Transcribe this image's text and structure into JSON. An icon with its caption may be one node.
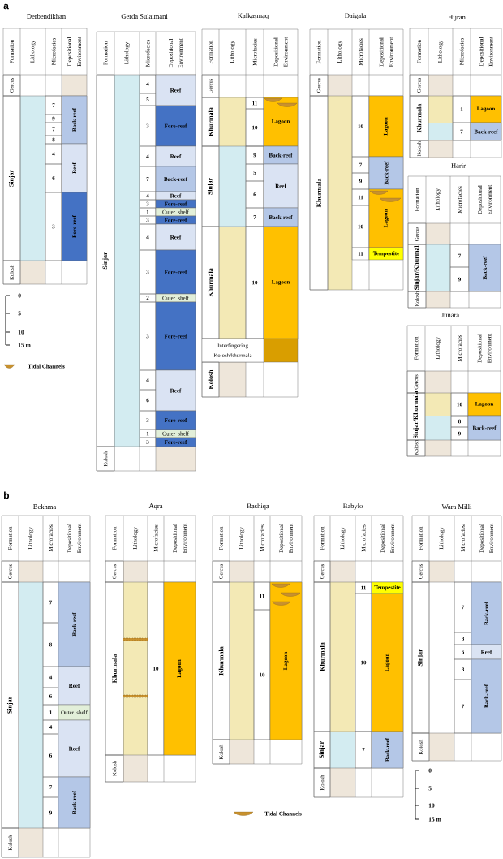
{
  "diagram": {
    "nodes": [
      {
        "text": [
          "Derbendikhan",
          "Formation",
          "Lithology",
          "Microfacies",
          "Depositional Environment"
        ]
      },
      {
        "text": [
          "Gercus"
        ],
        "in": 0
      },
      {
        "text": [
          "Sinjar"
        ],
        "in": 0
      },
      {
        "text": [
          "Kolosh"
        ],
        "in": 0
      },
      {
        "text": [
          "7"
        ],
        "in": 0
      },
      {
        "text": [
          "9"
        ],
        "in": 0
      },
      {
        "text": [
          "7"
        ],
        "in": 0
      },
      {
        "text": [
          "8"
        ],
        "in": 0
      },
      {
        "text": [
          "4"
        ],
        "in": 0
      },
      {
        "text": [
          "6"
        ],
        "in": 0
      },
      {
        "text": [
          "3"
        ],
        "in": 0
      },
      {
        "text": [
          "Back-reef"
        ],
        "in": 0
      },
      {
        "text": [
          "Reef"
        ],
        "in": 0
      },
      {
        "text": [
          "Fore-reef"
        ],
        "in": 0
      },
      {
        "text": [
          "Gerda Sulaimani",
          "Formation",
          "Lithology",
          "Microfacies",
          "Depositional Environment"
        ]
      },
      {
        "text": [
          "Sinjar"
        ],
        "in": 14
      },
      {
        "text": [
          "Kolosh"
        ],
        "in": 14
      },
      {
        "text": [
          "4"
        ],
        "in": 14
      },
      {
        "text": [
          "5"
        ],
        "in": 14
      },
      {
        "text": [
          "3"
        ],
        "in": 14
      },
      {
        "text": [
          "4"
        ],
        "in": 14
      },
      {
        "text": [
          "7"
        ],
        "in": 14
      },
      {
        "text": [
          "4"
        ],
        "in": 14
      },
      {
        "text": [
          "3"
        ],
        "in": 14
      },
      {
        "text": [
          "1"
        ],
        "in": 14
      },
      {
        "text": [
          "3"
        ],
        "in": 14
      },
      {
        "text": [
          "4"
        ],
        "in": 14
      },
      {
        "text": [
          "3"
        ],
        "in": 14
      },
      {
        "text": [
          "2"
        ],
        "in": 14
      },
      {
        "text": [
          "3"
        ],
        "in": 14
      },
      {
        "text": [
          "4"
        ],
        "in": 14
      },
      {
        "text": [
          "6"
        ],
        "in": 14
      },
      {
        "text": [
          "3"
        ],
        "in": 14
      },
      {
        "text": [
          "1"
        ],
        "in": 14
      },
      {
        "text": [
          "3"
        ],
        "in": 14
      },
      {
        "text": [
          "Reef"
        ],
        "in": 14
      },
      {
        "text": [
          "Fore-reef"
        ],
        "in": 14
      },
      {
        "text": [
          "Reef"
        ],
        "in": 14
      },
      {
        "text": [
          "Back-reef"
        ],
        "in": 14
      },
      {
        "text": [
          "Reef"
        ],
        "in": 14
      },
      {
        "text": [
          "Fore-reef"
        ],
        "in": 14
      },
      {
        "text": [
          "Outer shelf"
        ],
        "in": 14
      },
      {
        "text": [
          "Fore-reef"
        ],
        "in": 14
      },
      {
        "text": [
          "Reef"
        ],
        "in": 14
      },
      {
        "text": [
          "Fore-reef"
        ],
        "in": 14
      },
      {
        "text": [
          "Outer shelf"
        ],
        "in": 14
      },
      {
        "text": [
          "Fore-reef"
        ],
        "in": 14
      },
      {
        "text": [
          "Reef"
        ],
        "in": 14
      },
      {
        "text": [
          "Fore-reef"
        ],
        "in": 14
      },
      {
        "text": [
          "Outer shelf"
        ],
        "in": 14
      },
      {
        "text": [
          "Fore-reef"
        ],
        "in": 14
      },
      {
        "text": [
          "Kalkasmaq",
          "Formation",
          "Lithology",
          "Microfacies",
          "Depositional Environment"
        ]
      },
      {
        "text": [
          "Gercus"
        ],
        "in": 51
      },
      {
        "text": [
          "Khurmala"
        ],
        "in": 51
      },
      {
        "text": [
          "Sinjar"
        ],
        "in": 51
      },
      {
        "text": [
          "Khurmala"
        ],
        "in": 51
      },
      {
        "text": [
          "Interfingering Kolosh/khurmala"
        ],
        "in": 51
      },
      {
        "text": [
          "Kolosh"
        ],
        "in": 51
      },
      {
        "text": [
          "11"
        ],
        "in": 51
      },
      {
        "text": [
          "10"
        ],
        "in": 51
      },
      {
        "text": [
          "9"
        ],
        "in": 51
      },
      {
        "text": [
          "5"
        ],
        "in": 51
      },
      {
        "text": [
          "6"
        ],
        "in": 51
      },
      {
        "text": [
          "7"
        ],
        "in": 51
      },
      {
        "text": [
          "10"
        ],
        "in": 51
      },
      {
        "text": [
          "Lagoon"
        ],
        "in": 51
      },
      {
        "text": [
          "Back-reef"
        ],
        "in": 51
      },
      {
        "text": [
          "Reef"
        ],
        "in": 51
      },
      {
        "text": [
          "Back-reef"
        ],
        "in": 51
      },
      {
        "text": [
          "Lagoon"
        ],
        "in": 51
      },
      {
        "text": [
          "Daigala",
          "Formation",
          "Lithology",
          "Microfacies",
          "Depositional Environment"
        ]
      },
      {
        "text": [
          "Gercus"
        ],
        "in": 70
      },
      {
        "text": [
          "Khurmala"
        ],
        "in": 70
      },
      {
        "text": [
          "10"
        ],
        "in": 70
      },
      {
        "text": [
          "7"
        ],
        "in": 70
      },
      {
        "text": [
          "9"
        ],
        "in": 70
      },
      {
        "text": [
          "11"
        ],
        "in": 70
      },
      {
        "text": [
          "10"
        ],
        "in": 70
      },
      {
        "text": [
          "11"
        ],
        "in": 70
      },
      {
        "text": [
          "Lagoon"
        ],
        "in": 70
      },
      {
        "text": [
          "Back-reef"
        ],
        "in": 70
      },
      {
        "text": [
          "Lagoon"
        ],
        "in": 70
      },
      {
        "text": [
          "Tempestite"
        ],
        "in": 70
      },
      {
        "text": [
          "Hijran",
          "Formation",
          "Lithology",
          "Microfacies",
          "Depositional Environment"
        ]
      },
      {
        "text": [
          "Gercus"
        ],
        "in": 83
      },
      {
        "text": [
          "Khurmala"
        ],
        "in": 83
      },
      {
        "text": [
          "Kolosh"
        ],
        "in": 83
      },
      {
        "text": [
          "1"
        ],
        "in": 83
      },
      {
        "text": [
          "7"
        ],
        "in": 83
      },
      {
        "text": [
          "Lagoon"
        ],
        "in": 83
      },
      {
        "text": [
          "Back-reef"
        ],
        "in": 83
      },
      {
        "text": [
          "Harir",
          "Formation",
          "Lithology",
          "Microfacies",
          "Depositional Environment"
        ]
      },
      {
        "text": [
          "Gercus"
        ],
        "in": 91
      },
      {
        "text": [
          "Sinjar/Khurmal"
        ],
        "in": 91
      },
      {
        "text": [
          "Kolosh"
        ],
        "in": 91
      },
      {
        "text": [
          "7"
        ],
        "in": 91
      },
      {
        "text": [
          "9"
        ],
        "in": 91
      },
      {
        "text": [
          "Back-reef"
        ],
        "in": 91
      },
      {
        "text": [
          "Junara",
          "Formation",
          "Lithology",
          "Microfacies",
          "Depositional Environment"
        ]
      },
      {
        "text": [
          "Gercus"
        ],
        "in": 98
      },
      {
        "text": [
          "Sinjar/Khurmala"
        ],
        "in": 98
      },
      {
        "text": [
          "Kolosh"
        ],
        "in": 98
      },
      {
        "text": [
          "10"
        ],
        "in": 98
      },
      {
        "text": [
          "8"
        ],
        "in": 98
      },
      {
        "text": [
          "9"
        ],
        "in": 98
      },
      {
        "text": [
          "Lagoon"
        ],
        "in": 98
      },
      {
        "text": [
          "Back-reef"
        ],
        "in": 98
      },
      {
        "text": [
          "Bekhma",
          "Formation",
          "Lithology",
          "Microfacies",
          "Depositional Environment"
        ]
      },
      {
        "text": [
          "Gercus"
        ],
        "in": 107
      },
      {
        "text": [
          "Sinjar"
        ],
        "in": 107
      },
      {
        "text": [
          "Kolosh"
        ],
        "in": 107
      },
      {
        "text": [
          "7"
        ],
        "in": 107
      },
      {
        "text": [
          "8"
        ],
        "in": 107
      },
      {
        "text": [
          "4"
        ],
        "in": 107
      },
      {
        "text": [
          "6"
        ],
        "in": 107
      },
      {
        "text": [
          "1"
        ],
        "in": 107
      },
      {
        "text": [
          "4"
        ],
        "in": 107
      },
      {
        "text": [
          "6"
        ],
        "in": 107
      },
      {
        "text": [
          "7"
        ],
        "in": 107
      },
      {
        "text": [
          "9"
        ],
        "in": 107
      },
      {
        "text": [
          "Back-reef"
        ],
        "in": 107
      },
      {
        "text": [
          "Reef"
        ],
        "in": 107
      },
      {
        "text": [
          "Outer shelf"
        ],
        "in": 107
      },
      {
        "text": [
          "Reef"
        ],
        "in": 107
      },
      {
        "text": [
          "Back-reef"
        ],
        "in": 107
      },
      {
        "text": [
          "Aqra",
          "Formation",
          "Lithology",
          "Microfacies",
          "Depositional Environment"
        ]
      },
      {
        "text": [
          "Gercus"
        ],
        "in": 125
      },
      {
        "text": [
          "Khurmala"
        ],
        "in": 125
      },
      {
        "text": [
          "Kolosh"
        ],
        "in": 125
      },
      {
        "text": [
          "10"
        ],
        "in": 125
      },
      {
        "text": [
          "Lagoon"
        ],
        "in": 125
      },
      {
        "text": [
          "Bashiqa",
          "Formation",
          "Lithology",
          "Microfacies",
          "Depositional Environment"
        ]
      },
      {
        "text": [
          "Gercus"
        ],
        "in": 131
      },
      {
        "text": [
          "Khurmala"
        ],
        "in": 131
      },
      {
        "text": [
          "Kolosh"
        ],
        "in": 131
      },
      {
        "text": [
          "11"
        ],
        "in": 131
      },
      {
        "text": [
          "10"
        ],
        "in": 131
      },
      {
        "text": [
          "Lagoon"
        ],
        "in": 131
      },
      {
        "text": [
          "Babylo",
          "Formation",
          "Lithology",
          "Microfacies",
          "Depositional Environment"
        ]
      },
      {
        "text": [
          "Gercus"
        ],
        "in": 138
      },
      {
        "text": [
          "Khurmala"
        ],
        "in": 138
      },
      {
        "text": [
          "Sinjar"
        ],
        "in": 138
      },
      {
        "text": [
          "Kolosh"
        ],
        "in": 138
      },
      {
        "text": [
          "11"
        ],
        "in": 138
      },
      {
        "text": [
          "10"
        ],
        "in": 138
      },
      {
        "text": [
          "7"
        ],
        "in": 138
      },
      {
        "text": [
          "Tempestite"
        ],
        "in": 138
      },
      {
        "text": [
          "Lagoon"
        ],
        "in": 138
      },
      {
        "text": [
          "Back-reef"
        ],
        "in": 138
      },
      {
        "text": [
          "Wara Milli",
          "Formation",
          "Lithology",
          "Microfacies",
          "Depositional Environment"
        ]
      },
      {
        "text": [
          "Gercus"
        ],
        "in": 149
      },
      {
        "text": [
          "Sinjar"
        ],
        "in": 149
      },
      {
        "text": [
          "Kolosh"
        ],
        "in": 149
      },
      {
        "text": [
          "7"
        ],
        "in": 149
      },
      {
        "text": [
          "8"
        ],
        "in": 149
      },
      {
        "text": [
          "6"
        ],
        "in": 149
      },
      {
        "text": [
          "8"
        ],
        "in": 149
      },
      {
        "text": [
          "7"
        ],
        "in": 149
      },
      {
        "text": [
          "Back-reef"
        ],
        "in": 149
      },
      {
        "text": [
          "Reef"
        ],
        "in": 149
      },
      {
        "text": [
          "Back-reef"
        ],
        "in": 149
      }
    ],
    "labels": [
      "a",
      "0",
      "5",
      "10",
      "15 m",
      "b",
      "0",
      "5",
      "10",
      "15 m"
    ],
    "legend": [
      {
        "text": "Tidal Channels"
      },
      {
        "text": "Tidal Channels"
      }
    ]
  }
}
